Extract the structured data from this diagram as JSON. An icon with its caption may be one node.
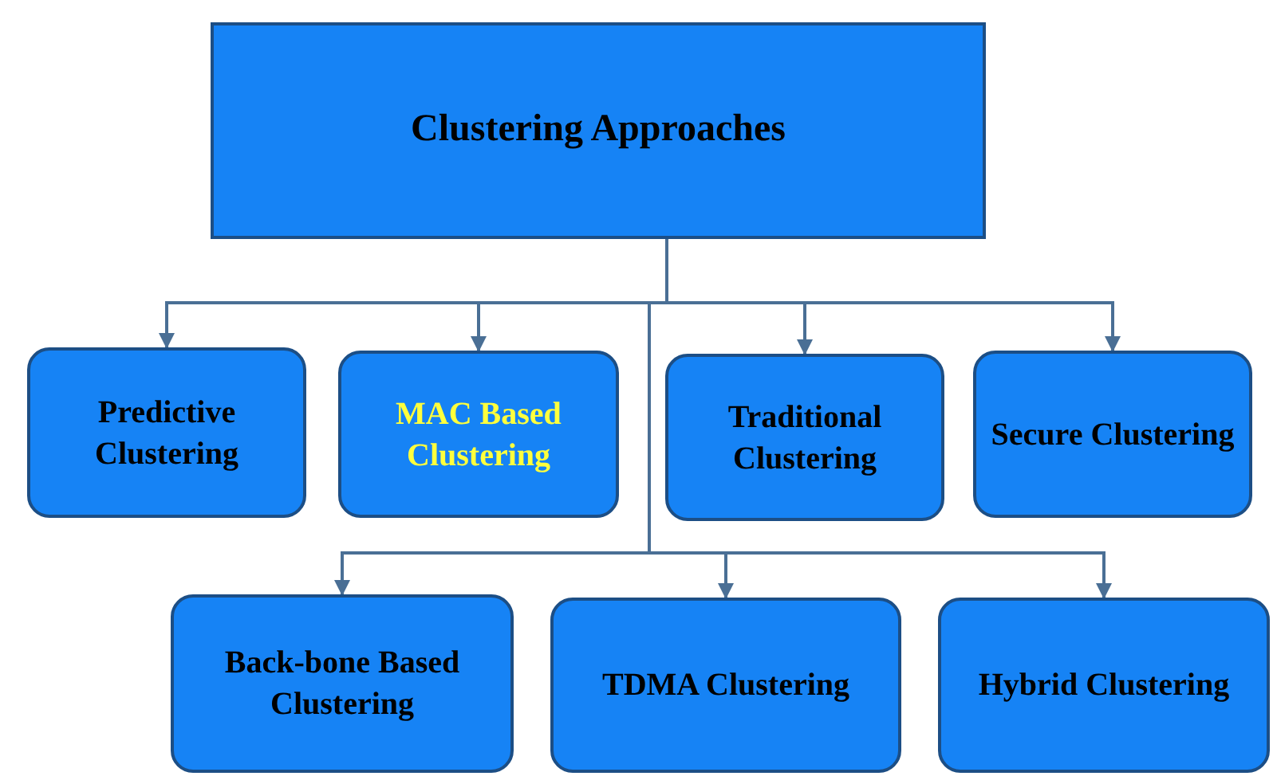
{
  "diagram": {
    "nodes": [
      {
        "text": [
          "Clustering Approaches"
        ]
      },
      {
        "text": [
          "Predictive Clustering"
        ]
      },
      {
        "text": [
          "MAC Based Clustering"
        ]
      },
      {
        "text": [
          "Traditional Clustering"
        ]
      },
      {
        "text": [
          "Secure Clustering"
        ]
      },
      {
        "text": [
          "Back-bone Based Clustering"
        ]
      },
      {
        "text": [
          "TDMA Clustering"
        ]
      },
      {
        "text": [
          "Hybrid Clustering"
        ]
      }
    ],
    "edges": [
      {
        "from": 0,
        "to": 1,
        "arrow": "to"
      },
      {
        "from": 0,
        "to": 2,
        "arrow": "to"
      },
      {
        "from": 0,
        "to": 3,
        "arrow": "to"
      },
      {
        "from": 0,
        "to": 4,
        "arrow": "to"
      },
      {
        "from": 0,
        "to": 5,
        "arrow": "to"
      },
      {
        "from": 0,
        "to": 6,
        "arrow": "to"
      },
      {
        "from": 0,
        "to": 7,
        "arrow": "to"
      }
    ]
  }
}
